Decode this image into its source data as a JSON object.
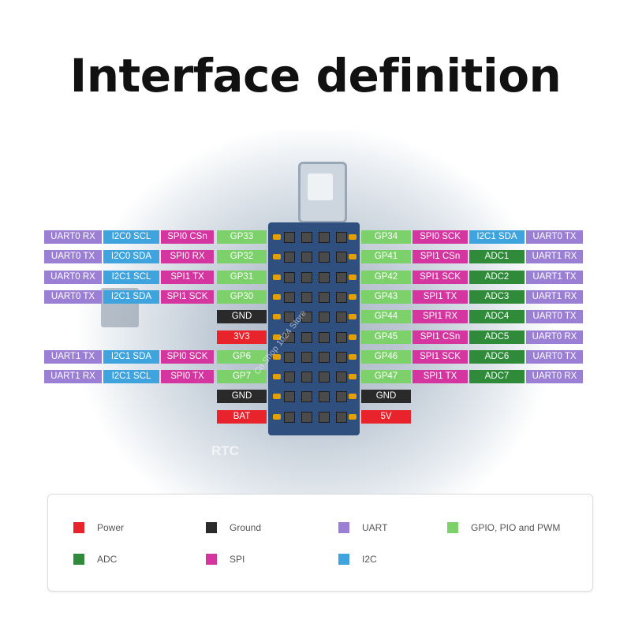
{
  "title": "Interface definition",
  "board_text": "RTC",
  "watermark": "Cn Shop 1024 Store",
  "colors": {
    "power": "#e8232c",
    "ground": "#2a2a2a",
    "uart": "#9b7fd4",
    "gpio": "#7cd16a",
    "adc": "#2f8a3a",
    "spi": "#d4359f",
    "i2c": "#3fa3dd"
  },
  "left_rows": [
    [
      {
        "t": "UART0 RX",
        "c": "uart"
      },
      {
        "t": "I2C0 SCL",
        "c": "i2c"
      },
      {
        "t": "SPI0 CSn",
        "c": "spi"
      },
      {
        "t": "GP33",
        "c": "gpio"
      }
    ],
    [
      {
        "t": "UART0 TX",
        "c": "uart"
      },
      {
        "t": "I2C0 SDA",
        "c": "i2c"
      },
      {
        "t": "SPI0 RX",
        "c": "spi"
      },
      {
        "t": "GP32",
        "c": "gpio"
      }
    ],
    [
      {
        "t": "UART0 RX",
        "c": "uart"
      },
      {
        "t": "I2C1 SCL",
        "c": "i2c"
      },
      {
        "t": "SPI1 TX",
        "c": "spi"
      },
      {
        "t": "GP31",
        "c": "gpio"
      }
    ],
    [
      {
        "t": "UART0 TX",
        "c": "uart"
      },
      {
        "t": "I2C1 SDA",
        "c": "i2c"
      },
      {
        "t": "SPI1 SCK",
        "c": "spi"
      },
      {
        "t": "GP30",
        "c": "gpio"
      }
    ],
    [
      {
        "t": "GND",
        "c": "ground"
      }
    ],
    [
      {
        "t": "3V3",
        "c": "power"
      }
    ],
    [
      {
        "t": "UART1 TX",
        "c": "uart"
      },
      {
        "t": "I2C1 SDA",
        "c": "i2c"
      },
      {
        "t": "SPI0 SCK",
        "c": "spi"
      },
      {
        "t": "GP6",
        "c": "gpio"
      }
    ],
    [
      {
        "t": "UART1 RX",
        "c": "uart"
      },
      {
        "t": "I2C1 SCL",
        "c": "i2c"
      },
      {
        "t": "SPI0 TX",
        "c": "spi"
      },
      {
        "t": "GP7",
        "c": "gpio"
      }
    ],
    [
      {
        "t": "GND",
        "c": "ground"
      }
    ],
    [
      {
        "t": "BAT",
        "c": "power"
      }
    ]
  ],
  "right_rows": [
    [
      {
        "t": "GP34",
        "c": "gpio"
      },
      {
        "t": "SPI0 SCK",
        "c": "spi"
      },
      {
        "t": "I2C1 SDA",
        "c": "i2c"
      },
      {
        "t": "UART0 TX",
        "c": "uart"
      }
    ],
    [
      {
        "t": "GP41",
        "c": "gpio"
      },
      {
        "t": "SPI1 CSn",
        "c": "spi"
      },
      {
        "t": "ADC1",
        "c": "adc"
      },
      {
        "t": "UART1 RX",
        "c": "uart"
      }
    ],
    [
      {
        "t": "GP42",
        "c": "gpio"
      },
      {
        "t": "SPI1 SCK",
        "c": "spi"
      },
      {
        "t": "ADC2",
        "c": "adc"
      },
      {
        "t": "UART1 TX",
        "c": "uart"
      }
    ],
    [
      {
        "t": "GP43",
        "c": "gpio"
      },
      {
        "t": "SPI1 TX",
        "c": "spi"
      },
      {
        "t": "ADC3",
        "c": "adc"
      },
      {
        "t": "UART1 RX",
        "c": "uart"
      }
    ],
    [
      {
        "t": "GP44",
        "c": "gpio"
      },
      {
        "t": "SPI1 RX",
        "c": "spi"
      },
      {
        "t": "ADC4",
        "c": "adc"
      },
      {
        "t": "UART0 TX",
        "c": "uart"
      }
    ],
    [
      {
        "t": "GP45",
        "c": "gpio"
      },
      {
        "t": "SPI1 CSn",
        "c": "spi"
      },
      {
        "t": "ADC5",
        "c": "adc"
      },
      {
        "t": "UART0 RX",
        "c": "uart"
      }
    ],
    [
      {
        "t": "GP46",
        "c": "gpio"
      },
      {
        "t": "SPI1 SCK",
        "c": "spi"
      },
      {
        "t": "ADC6",
        "c": "adc"
      },
      {
        "t": "UART0 TX",
        "c": "uart"
      }
    ],
    [
      {
        "t": "GP47",
        "c": "gpio"
      },
      {
        "t": "SPI1 TX",
        "c": "spi"
      },
      {
        "t": "ADC7",
        "c": "adc"
      },
      {
        "t": "UART0 RX",
        "c": "uart"
      }
    ],
    [
      {
        "t": "GND",
        "c": "ground"
      }
    ],
    [
      {
        "t": "5V",
        "c": "power"
      }
    ]
  ],
  "legend": {
    "power": "Power",
    "ground": "Ground",
    "uart": "UART",
    "gpio": "GPIO, PIO and PWM",
    "adc": "ADC",
    "spi": "SPI",
    "i2c": "I2C"
  }
}
